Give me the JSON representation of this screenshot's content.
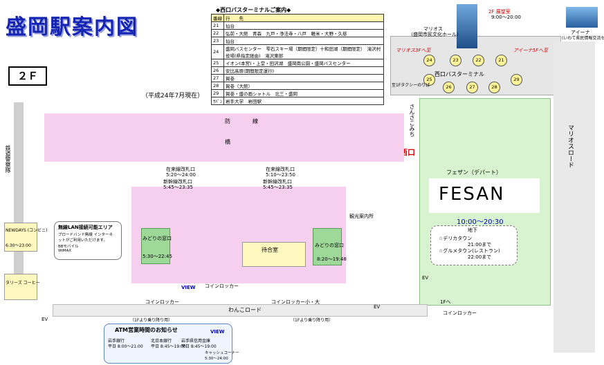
{
  "title": "盛岡駅案内図",
  "floor": "２Ｆ",
  "date": "（平成24年7月現在）",
  "bus_terminal": {
    "heading": "◆西口バスターミナルご案内◆",
    "columns": [
      "番線",
      "行　　先"
    ],
    "rows": [
      {
        "no": "21",
        "dest": "仙台"
      },
      {
        "no": "22",
        "dest": "弘前・大館　青森　九戸・浄法寺・八戸　軽米・大野・久慈"
      },
      {
        "no": "23",
        "dest": "仙台"
      },
      {
        "no": "24",
        "dest": "盛岡バスセンター　雫石スキー場（期間限定）十和田湖（期間限定）　滝沢村役場(県指定経由)　滝沢東部"
      },
      {
        "no": "25",
        "dest": "イオン(本宮)・上堂・田沢湖　盛岡南公園・盛岡バスセンター"
      },
      {
        "no": "26",
        "dest": "安比高原(期間限定運行)"
      },
      {
        "no": "27",
        "dest": "賀巻"
      },
      {
        "no": "28",
        "dest": "賀巻（大館）"
      },
      {
        "no": "29",
        "dest": "賀巻・盛の画シャトル　北三・盛岡"
      },
      {
        "no": "ｻﾊﾞﾝ",
        "dest": "岩手大学　岩田駅"
      }
    ]
  },
  "west_terminal": {
    "label": "西口バスターミナル",
    "platforms": [
      "24",
      "23",
      "22",
      "21",
      "25",
      "29",
      "26",
      "27",
      "28"
    ],
    "marios_label": "マリオス",
    "marios_sub": "（盛岡市民文化ホール）",
    "marios_floor": "マリオス3Fへ至",
    "aina_label": "アイーナ",
    "aina_sub": "(いわて県民情報交流センター)",
    "aina_floor": "アイーナ5Fへ至",
    "parking": "2F 展望室",
    "parking_time": "9:00～20:00"
  },
  "map": {
    "corridor": "防　　　　線",
    "corridor_2": "橋",
    "sansa": "さんさこみち",
    "nishiguchi": "西口",
    "marios_road": "マリオスロード",
    "railway_police": "鉄道警察隊",
    "fesan": "FESAN",
    "fesan_label": "フェザン（デパート）",
    "fesan_hours": "10:00～20:30",
    "fesan_b1": "地下",
    "deli": "☆デリカタウン",
    "deli_hours": "21:00まで",
    "gourmet": "☆グルメタウン(レストラン)",
    "gourmet_hours": "22:00まで",
    "waiting_room": "待合室",
    "newdays": "NEWDAYS (コンビニ)",
    "newdays_hours": "6:30～23:00",
    "tully": "タリーズ コーヒー",
    "wanko_road": "わんこロード",
    "lan_area": "無線LAN接続可能エリア",
    "lan_desc": "ブロードバンド無線 インターネットがご利用いただけます。",
    "bb_mobile": "BBモバイル",
    "wimax": "WiMAX",
    "zairai_n": "在来線改札口",
    "zairai_n_time": "5:20～24:00",
    "shinkansen_n": "新幹線改札口",
    "shinkansen_n_time": "5:45～23:35",
    "shinkansen_s": "新幹線改札口",
    "shinkansen_s_time": "5:45～23:35",
    "zairai_s": "在来線改札口",
    "zairai_s_time": "5:10～23:50",
    "midori_1": "みどりの窓口",
    "midori_1_time": "5:30～22:45",
    "midori_2": "みどりの窓口",
    "midori_2_time": "8:20～19:48",
    "coin_locker_1": "コインロッカー",
    "coin_locker_2": "コインロッカー",
    "coin_locker_3": "コインロッカー小・大",
    "coin_locker_4": "コインロッカー",
    "to_1f_1": "（1Fより乗り降り用）",
    "to_1f_2": "（1Fより乗り降り用）",
    "ev": "EV",
    "ev2": "EV",
    "ev3": "EV",
    "to_1f": "1Fへ",
    "nori_1f": "至1Fタクシーのりば",
    "tourist": "観光案内所",
    "view": "VIEW"
  },
  "atm": {
    "title": "ATM営業時間のお知らせ",
    "bank_1": "岩手銀行",
    "bank_1_hours": "平日 8:00～21:00",
    "bank_2": "北日本銀行",
    "bank_2_hours": "平日 8:45～19:00",
    "bank_3": "岩手県信用金庫",
    "bank_3_hours": "平日 8:45～19:00",
    "view_label": "VIEW",
    "view_sub": "キャッシュコーナー",
    "view_hours": "5:30～24:00"
  },
  "colors": {
    "title_blue": "#1424b4",
    "pink": "#f6d0ee",
    "green": "#9fd99a",
    "red": "#d40000"
  }
}
